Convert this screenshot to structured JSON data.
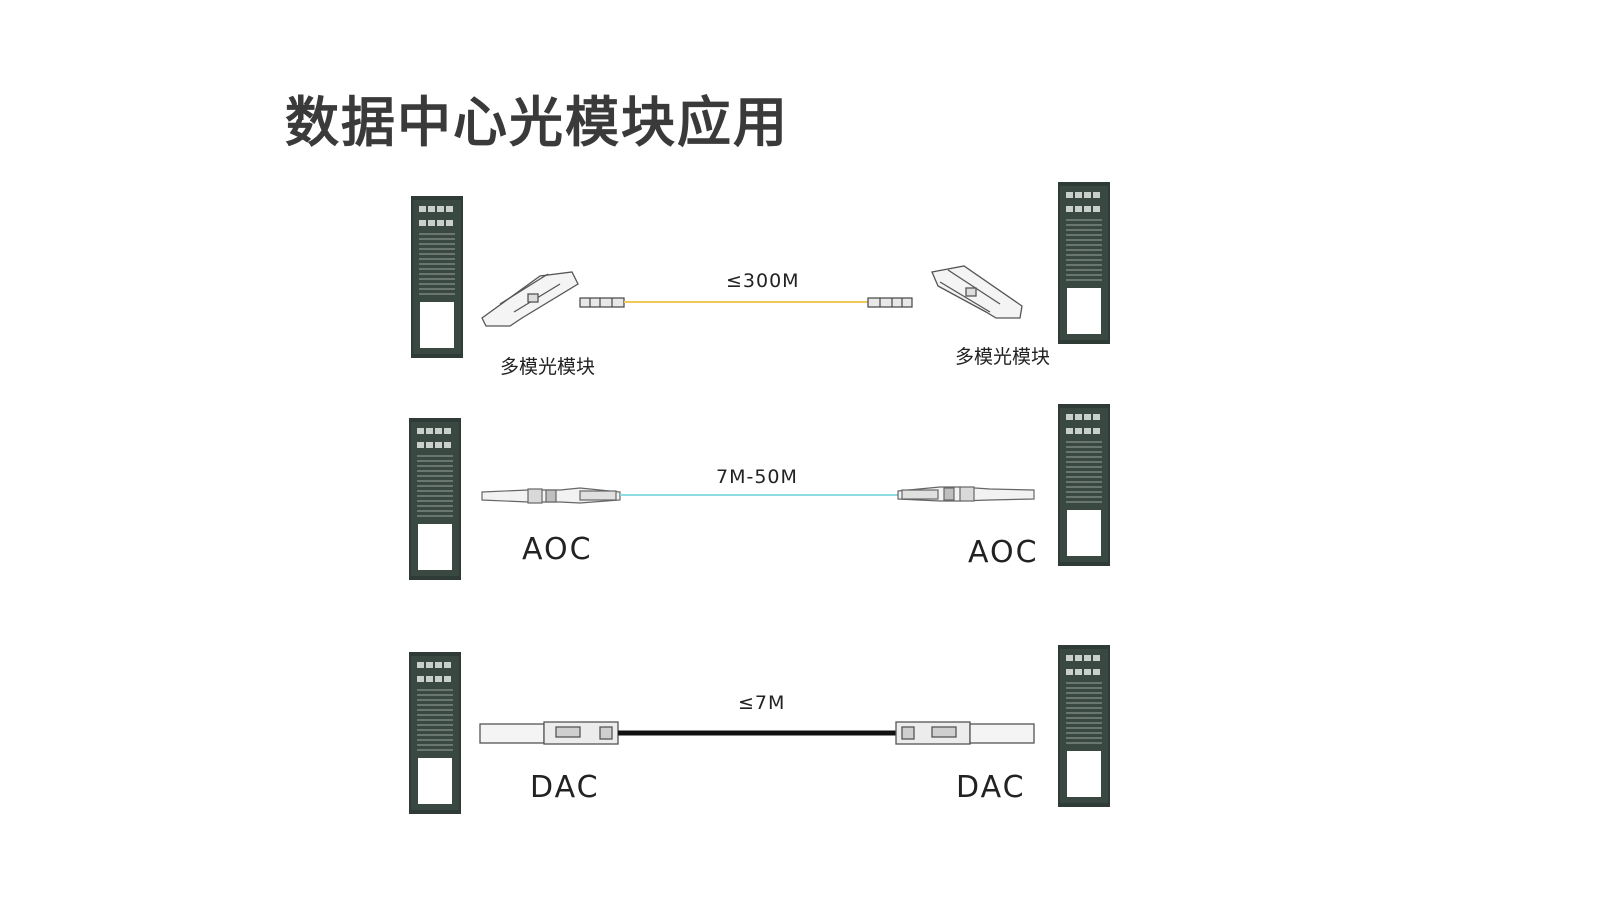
{
  "title": "数据中心光模块应用",
  "rows": [
    {
      "distance": "≤300M",
      "left_label": "多模光模块",
      "right_label": "多模光模块",
      "cable": "multimode-fiber",
      "cable_color": "#f2c85b"
    },
    {
      "distance": "7M-50M",
      "left_label": "AOC",
      "right_label": "AOC",
      "cable": "active-optical-cable",
      "cable_color": "#7fd6df"
    },
    {
      "distance": "≤7M",
      "left_label": "DAC",
      "right_label": "DAC",
      "cable": "direct-attach-copper",
      "cable_color": "#111111"
    }
  ],
  "colors": {
    "switch_body": "#2f3b36",
    "switch_port": "#c9d0cc",
    "module_outline": "#555555"
  },
  "icons": {
    "switch": "switch-chassis-icon",
    "transceiver": "transceiver-module-icon",
    "connector": "lc-connector-icon"
  }
}
